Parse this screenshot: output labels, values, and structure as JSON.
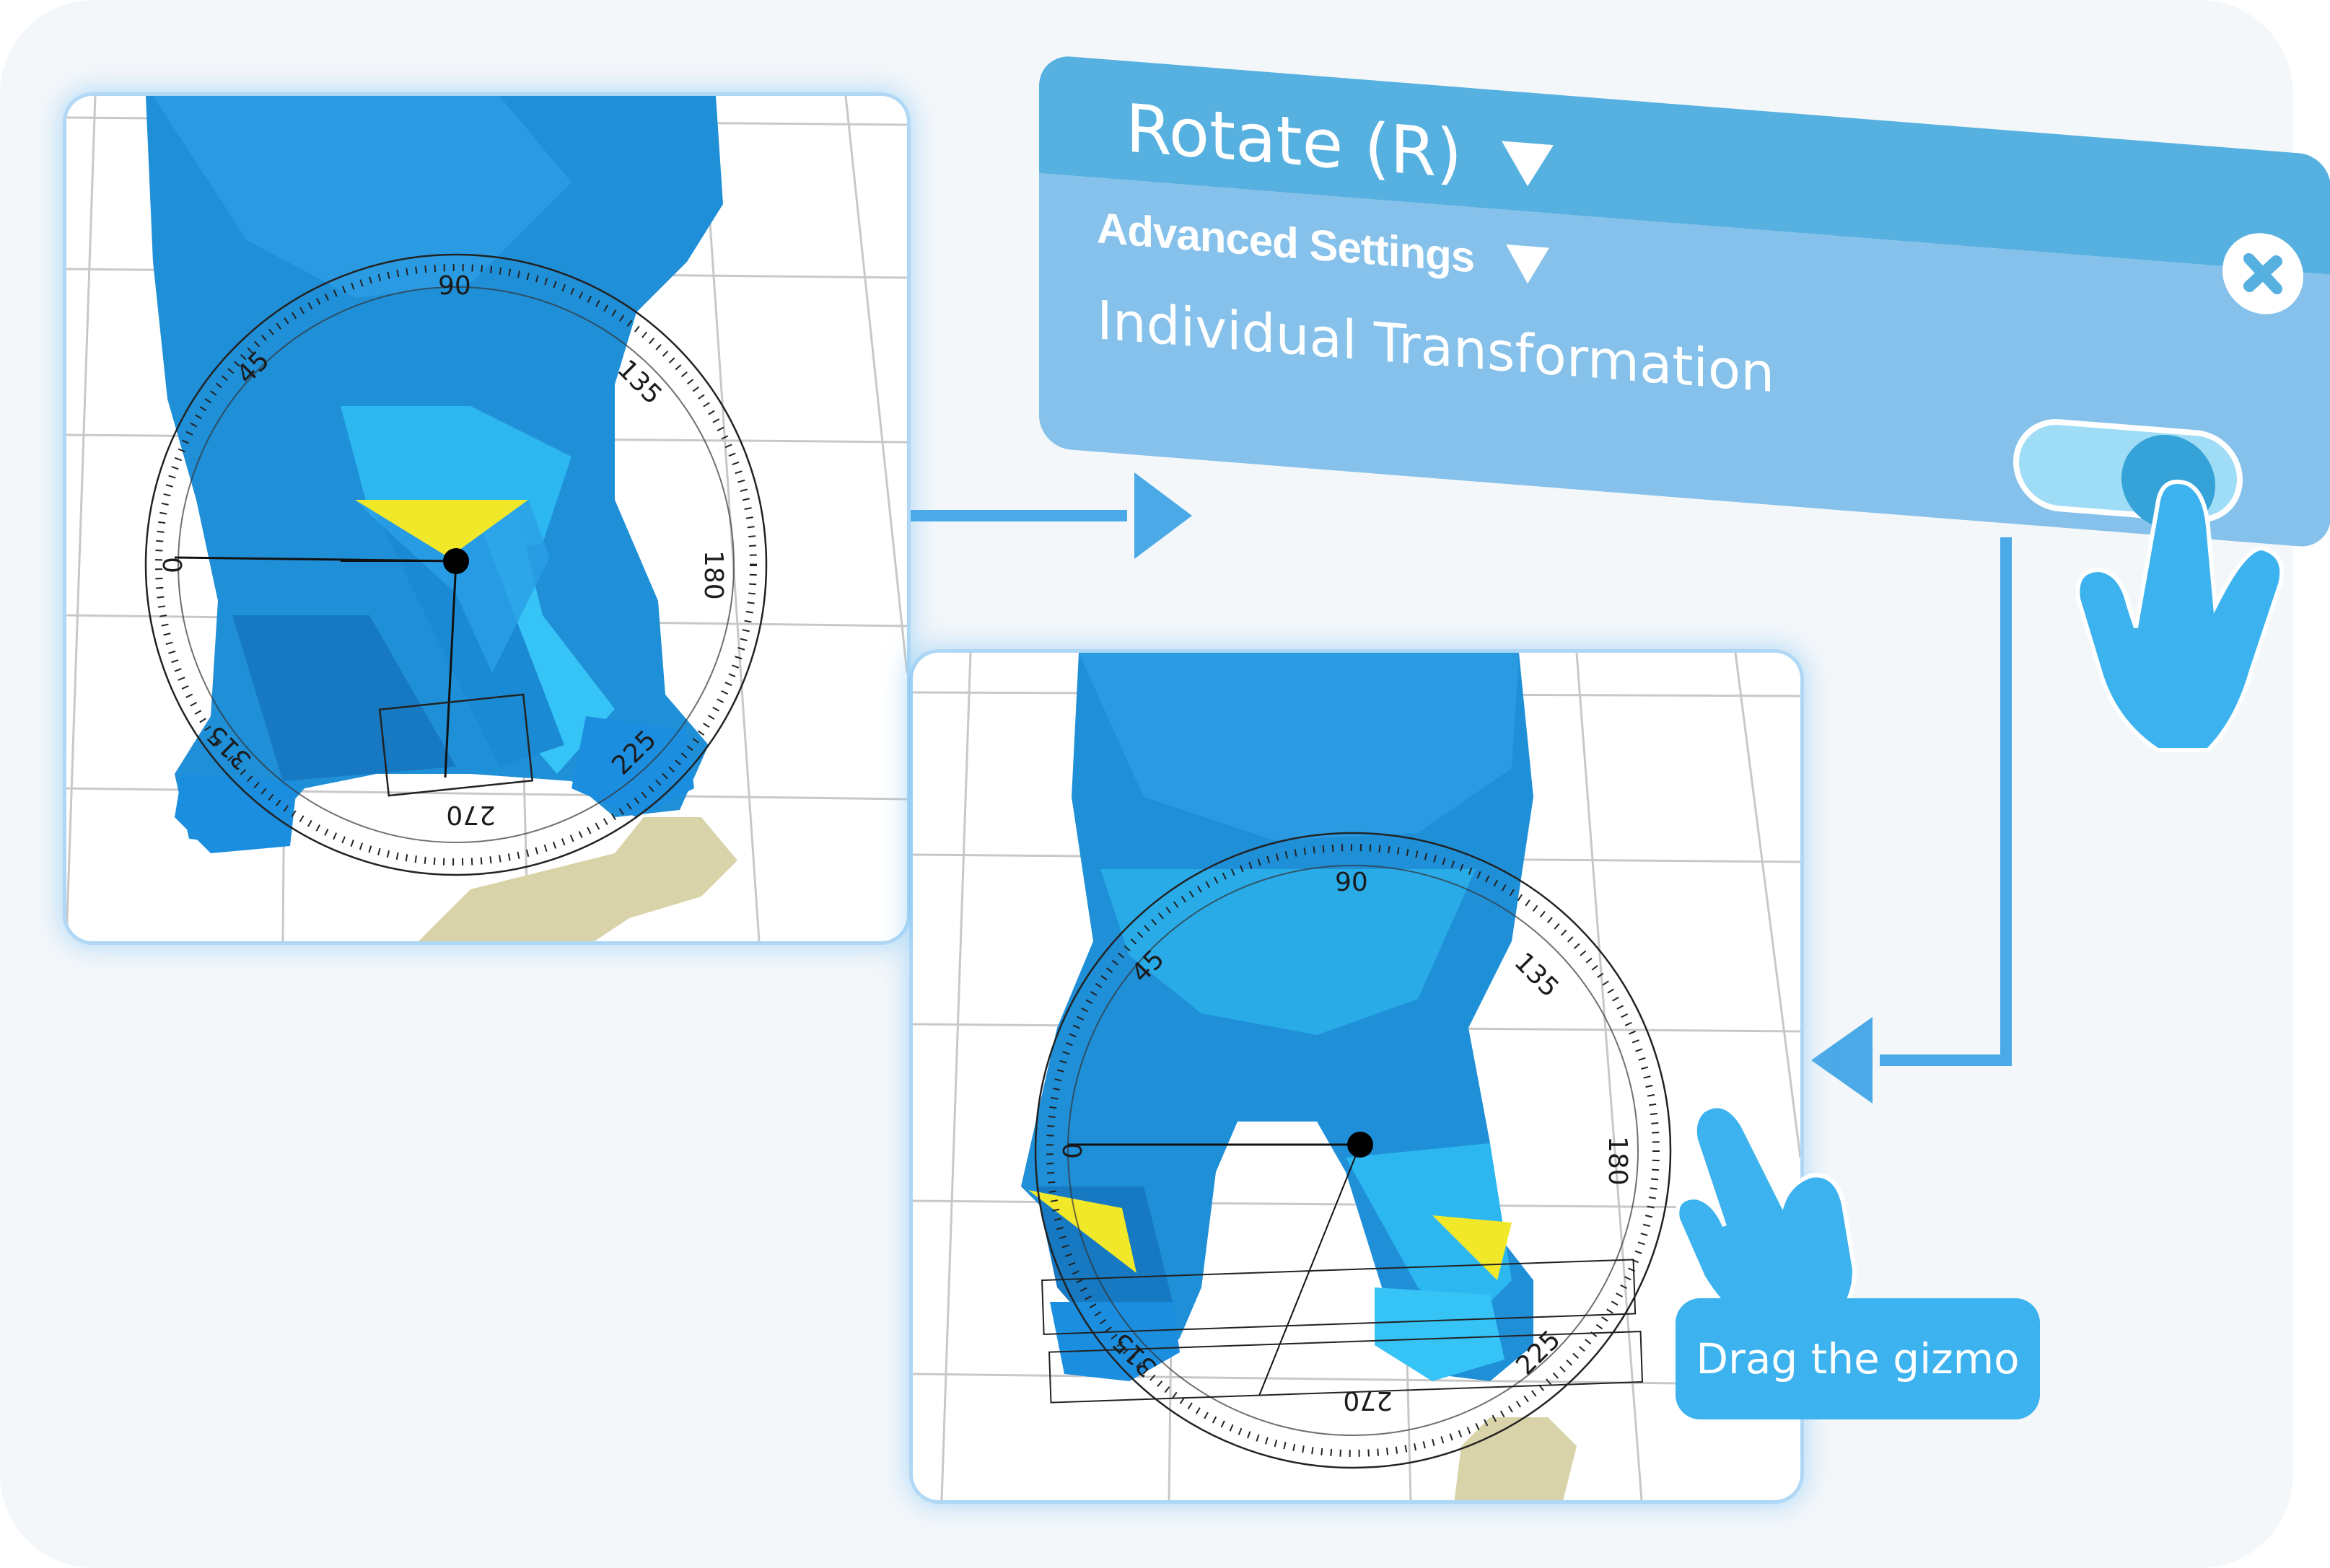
{
  "panel": {
    "title": "Rotate (R)",
    "advanced_label": "Advanced Settings",
    "individual_label": "Individual Transformation",
    "toggle_on": true
  },
  "hint": {
    "label": "Drag the gizmo"
  },
  "viewport_before": {
    "dial_labels": [
      "90",
      "45",
      "135",
      "0",
      "180",
      "315",
      "225",
      "270"
    ]
  },
  "viewport_after": {
    "dial_labels": [
      "90",
      "45",
      "135",
      "0",
      "180",
      "315",
      "225",
      "270"
    ]
  },
  "icons": {
    "close": "close-icon",
    "dropdown": "triangle-down-icon",
    "hand": "pointing-hand-icon"
  },
  "colors": {
    "model": "#1f8fd8",
    "highlight": "#f2e82a",
    "panel_header": "#56b0e0",
    "panel_body": "#85c1ea",
    "accent": "#3cb2ef",
    "base": "#d8d3a8"
  }
}
